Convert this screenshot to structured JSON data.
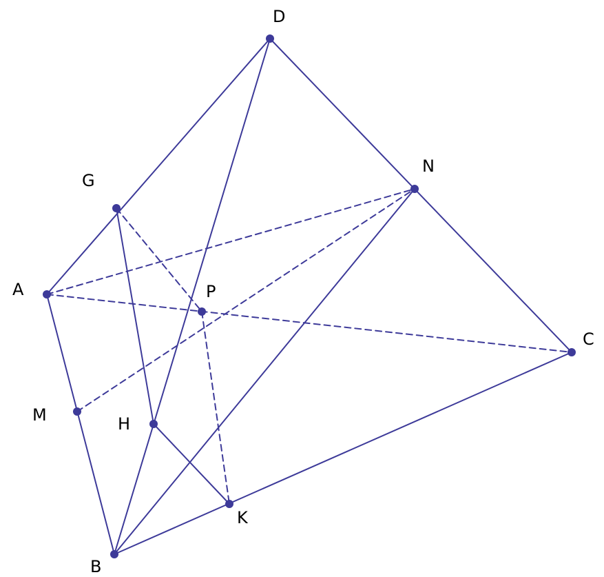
{
  "figure": {
    "line_color": "#3d3a99",
    "point_color": "#3d3a99",
    "label_color": "#000000",
    "points": {
      "A": "A",
      "B": "B",
      "C": "C",
      "D": "D",
      "G": "G",
      "H": "H",
      "K": "K",
      "M": "M",
      "N": "N",
      "P": "P"
    },
    "solid_segments": [
      "DA",
      "DB",
      "DC",
      "AB",
      "BC",
      "GH",
      "HK",
      "BN"
    ],
    "dashed_segments": [
      "AN",
      "AC",
      "MN",
      "GP",
      "PK"
    ]
  }
}
